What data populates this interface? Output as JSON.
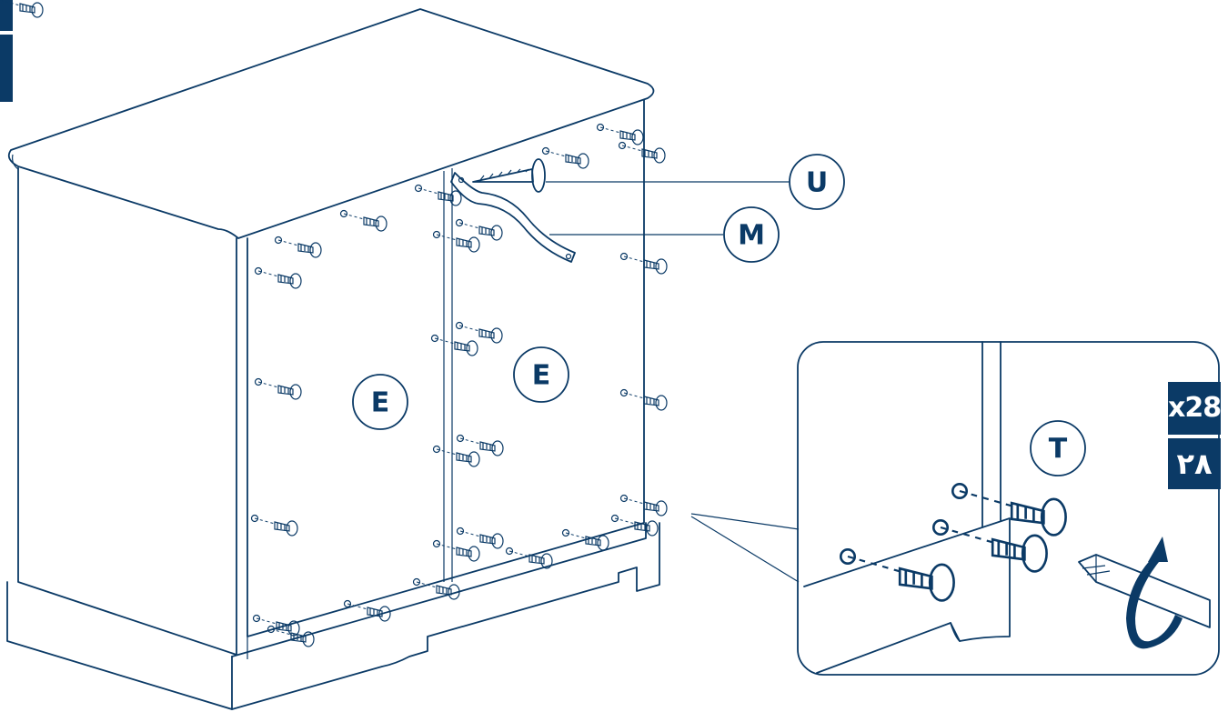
{
  "callouts": {
    "u": "U",
    "m": "M",
    "e_left": "E",
    "e_right": "E",
    "t": "T"
  },
  "quantity": {
    "latin": "x28",
    "arabic": "٢٨"
  },
  "colors": {
    "ink": "#0b3a66",
    "background": "#ffffff"
  }
}
